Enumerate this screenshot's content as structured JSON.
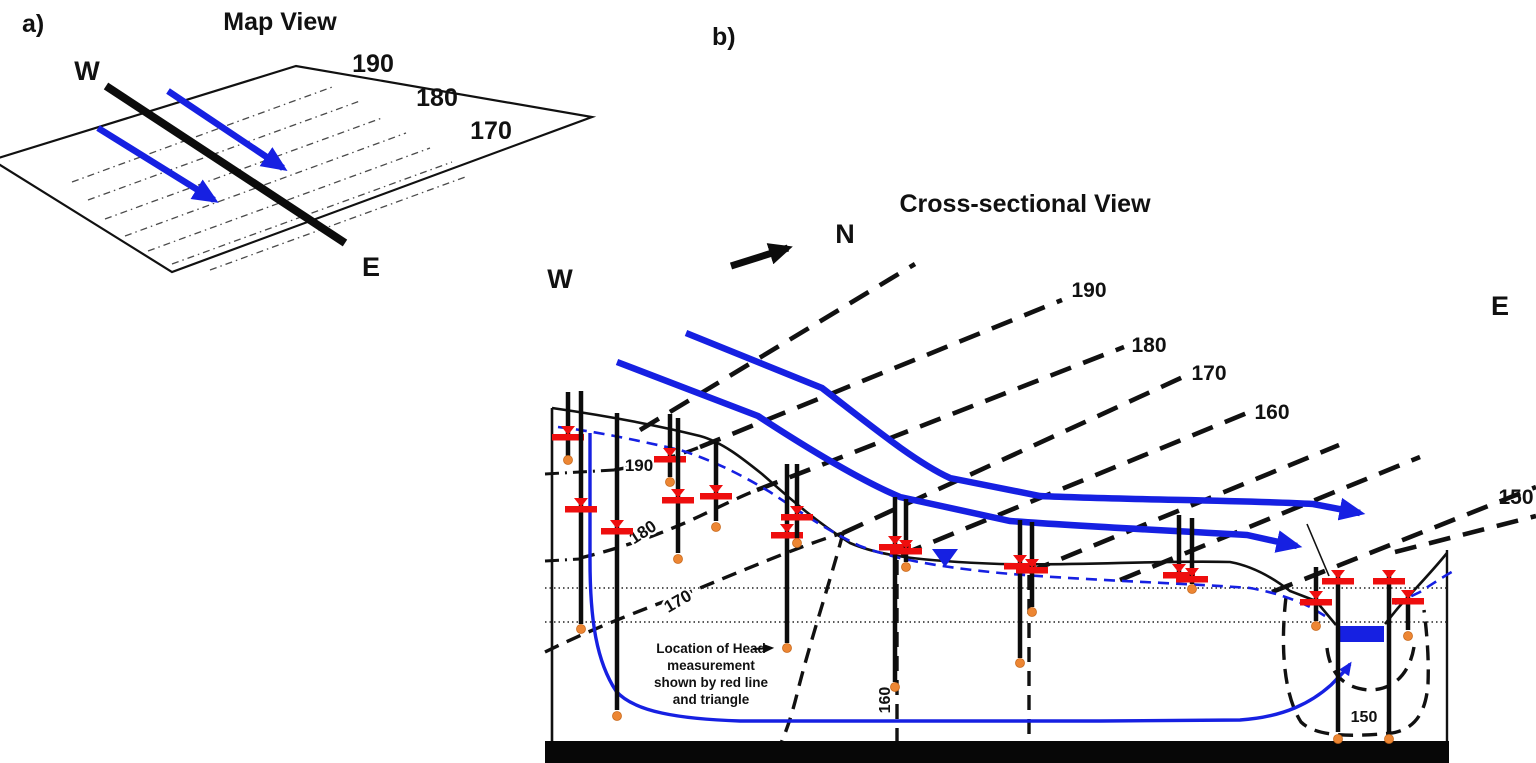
{
  "panel_a": {
    "label": "a)",
    "title": "Map View",
    "west": "W",
    "east": "E",
    "contour_labels": [
      "190",
      "180",
      "170"
    ]
  },
  "panel_b": {
    "label": "b)",
    "title": "Cross-sectional View",
    "north": "N",
    "west": "W",
    "east": "E",
    "fan_labels": [
      "190",
      "180",
      "170",
      "160",
      "150"
    ],
    "underground_labels": [
      "190",
      "180",
      "170",
      "160",
      "150"
    ],
    "annotation_lines": [
      "Location of Head",
      "measurement",
      "shown by red line",
      "and triangle"
    ]
  },
  "colors": {
    "flow_blue": "#1620e2",
    "head_marker_red": "#ee0e0e",
    "well_bottom_orange": "#ed8633",
    "contour_black": "#111111"
  }
}
